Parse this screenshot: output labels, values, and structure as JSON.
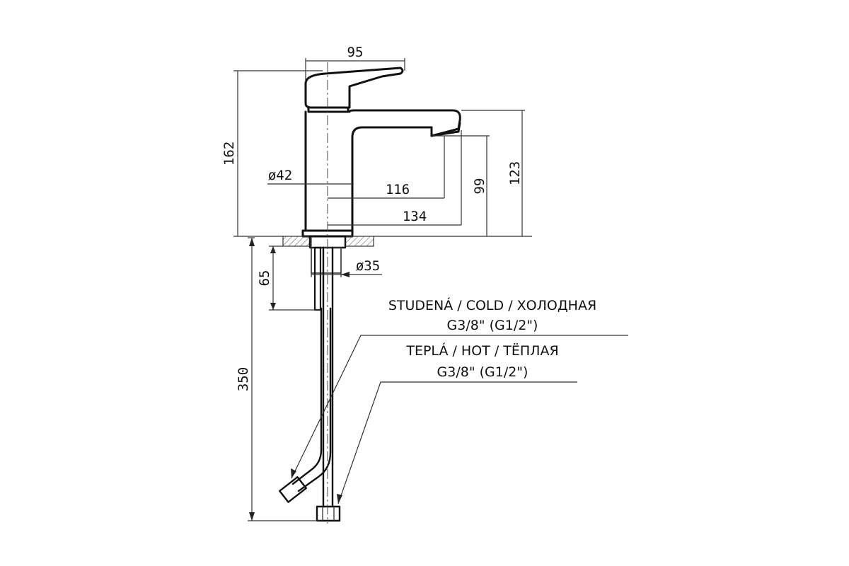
{
  "dimensions": {
    "width_top": "95",
    "height_total": "162",
    "height_spout": "123",
    "height_outlet": "99",
    "diameter_body": "ø42",
    "reach_116": "116",
    "reach_134": "134",
    "diameter_shank": "ø35",
    "shank_length": "65",
    "hose_length": "350"
  },
  "labels": {
    "cold_line1": "STUDENÁ / COLD / ХОЛОДНАЯ",
    "cold_line2": "G3/8\" (G1/2\")",
    "hot_line1": "TEPLÁ / HOT / ТЁПЛАЯ",
    "hot_line2": "G3/8\" (G1/2\")"
  }
}
